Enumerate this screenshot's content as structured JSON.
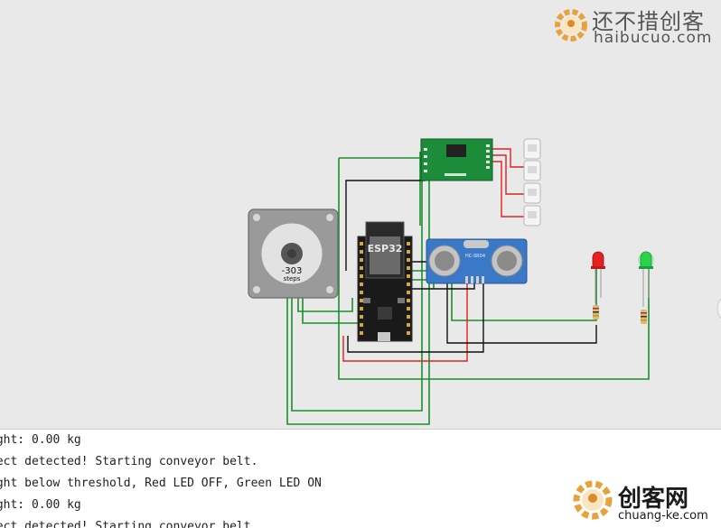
{
  "watermark_top": {
    "cn": "还不措创客",
    "en": "haibucuo.com"
  },
  "watermark_bottom": {
    "cn": "创客网",
    "en": "chuang-ke.com"
  },
  "stepper": {
    "value": "-303",
    "unit": "steps"
  },
  "esp32": {
    "label": "ESP32"
  },
  "ultrasonic": {
    "label": "HC-SR04"
  },
  "console": {
    "lines": [
      "ight: 0.00 kg",
      "ject detected! Starting conveyor belt.",
      "ight below threshold, Red LED OFF, Green LED ON",
      "ight: 0.00 kg",
      "ject detected! Starting conveyor belt."
    ]
  },
  "colors": {
    "wire_green": "#1a8f2a",
    "wire_red": "#e02020",
    "wire_black": "#111111",
    "led_red": "#e82020",
    "led_green": "#2ad44a",
    "pcb_green": "#1c8c3a",
    "sonar_blue": "#3a78c8"
  }
}
